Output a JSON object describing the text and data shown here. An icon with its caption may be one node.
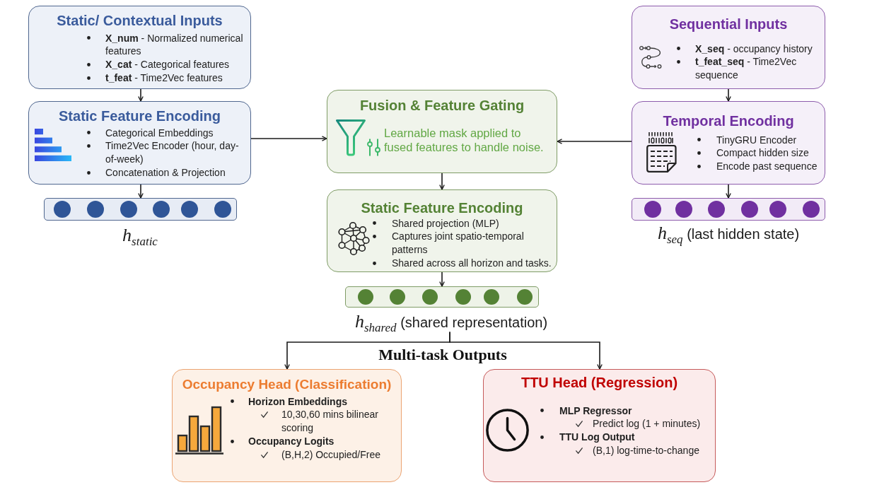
{
  "diagram": {
    "nodes": [
      {
        "text": [
          "Static/ Contextual Inputs",
          "**X_num** - Normalized numerical features",
          "**X_cat** - Categorical features",
          "**t_feat** - Time2Vec features"
        ]
      },
      {
        "text": [
          "Sequential Inputs",
          "**X_seq** - occupancy history",
          "**t_feat_seq** - Time2Vec sequence"
        ]
      },
      {
        "text": [
          "Static Feature Encoding",
          "Categorical Embeddings",
          "Time2Vec Encoder (hour, day-of-week)",
          "Concatenation & Projection"
        ]
      },
      {
        "text": [
          "Fusion & Feature Gating",
          "Learnable mask applied to fused features to handle noise."
        ]
      },
      {
        "text": [
          "Temporal Encoding",
          "TinyGRU Encoder",
          "Compact hidden size",
          "Encode past sequence"
        ]
      },
      {
        "text": [],
        "shape": "bar",
        "beside": [
          "*h*$_{static}$"
        ]
      },
      {
        "text": [],
        "shape": "bar",
        "beside": [
          "*h*$_{seq}$ (last hidden state)"
        ]
      },
      {
        "text": [
          "Static Feature Encoding",
          "Shared projection (MLP)",
          "Captures joint spatio-temporal patterns",
          "Shared across all horizon and tasks."
        ]
      },
      {
        "text": [],
        "shape": "bar",
        "beside": [
          "*h*$_{shared}$ (shared representation)"
        ]
      },
      {
        "text": [
          "Occupancy Head (Classification)",
          "Horizon Embeddings",
          "10,30,60 mins bilinear scoring",
          "Occupancy Logits",
          "(B,H,2) Occupied/Free"
        ]
      },
      {
        "text": [
          "TTU Head (Regression)",
          "MLP Regressor",
          "Predict log (1 + minutes)",
          "TTU Log Output",
          "(B,1) log-time-to-change"
        ]
      }
    ],
    "edges": [
      {
        "from": 0,
        "to": 2,
        "arrow": "to"
      },
      {
        "from": 1,
        "to": 4,
        "arrow": "to"
      },
      {
        "from": 2,
        "to": 3,
        "arrow": "to"
      },
      {
        "from": 4,
        "to": 3,
        "arrow": "to"
      },
      {
        "from": 2,
        "to": 5,
        "arrow": "to"
      },
      {
        "from": 4,
        "to": 6,
        "arrow": "to"
      },
      {
        "from": 3,
        "to": 7,
        "arrow": "to"
      },
      {
        "from": 7,
        "to": 8,
        "arrow": "to"
      },
      {
        "from": 8,
        "to": 9,
        "arrow": "to"
      },
      {
        "from": 8,
        "to": 10,
        "arrow": "to"
      }
    ],
    "labels": [
      "Multi-task Outputs"
    ]
  }
}
